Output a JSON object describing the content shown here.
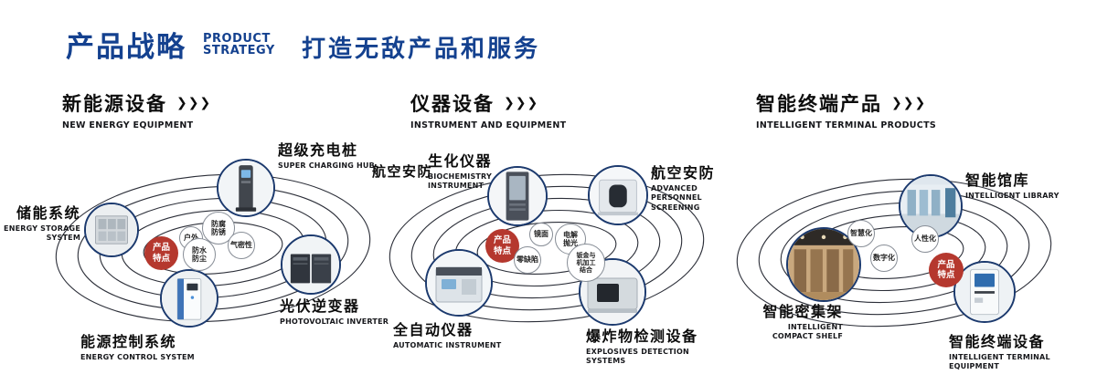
{
  "header": {
    "title": "产品战略",
    "subtitle_line1": "PRODUCT",
    "subtitle_line2": "STRATEGY",
    "tagline": "打造无敌产品和服务"
  },
  "arrow_glyphs": "❯❯❯",
  "features_label": "产品特点",
  "colors": {
    "brand_blue": "#14418f",
    "accent_red": "#b5382e"
  },
  "sections": [
    {
      "title": "新能源设备",
      "subtitle": "NEW ENERGY EQUIPMENT",
      "bubbles": [
        "户外",
        "防腐防锈",
        "气密性",
        "防水防尘"
      ],
      "products": {
        "storage": {
          "name": "储能系统",
          "en": "ENERGY STORAGE SYSTEM"
        },
        "charging": {
          "name": "超级充电桩",
          "en": "SUPER CHARGING HUB"
        },
        "inverter": {
          "name": "光伏逆变器",
          "en": "PHOTOVOLTAIC INVERTER"
        },
        "control": {
          "name": "能源控制系统",
          "en": "ENERGY CONTROL SYSTEM"
        }
      }
    },
    {
      "title": "仪器设备",
      "subtitle": "INSTRUMENT AND EQUIPMENT",
      "side_label": "航空安防",
      "bubbles": [
        "镜面",
        "电解抛光",
        "零缺陷",
        "钣金与机加工结合"
      ],
      "products": {
        "biochem": {
          "name": "生化仪器",
          "en": "BIOCHEMISTRY INSTRUMENT"
        },
        "screening": {
          "name": "航空安防",
          "en": "ADVANCED PERSONNEL SCREENING"
        },
        "automatic": {
          "name": "全自动仪器",
          "en": "AUTOMATIC INSTRUMENT"
        },
        "explosives": {
          "name": "爆炸物检测设备",
          "en": "EXPLOSIVES DETECTION SYSTEMS"
        }
      }
    },
    {
      "title": "智能终端产品",
      "subtitle": "INTELLIGENT TERMINAL PRODUCTS",
      "bubbles": [
        "智慧化",
        "人性化",
        "数字化"
      ],
      "products": {
        "library": {
          "name": "智能馆库",
          "en": "INTELLIGENT LIBRARY"
        },
        "shelf": {
          "name": "智能密集架",
          "en": "INTELLIGENT COMPACT SHELF"
        },
        "terminal": {
          "name": "智能终端设备",
          "en": "INTELLIGENT TERMINAL EQUIPMENT"
        }
      }
    }
  ]
}
